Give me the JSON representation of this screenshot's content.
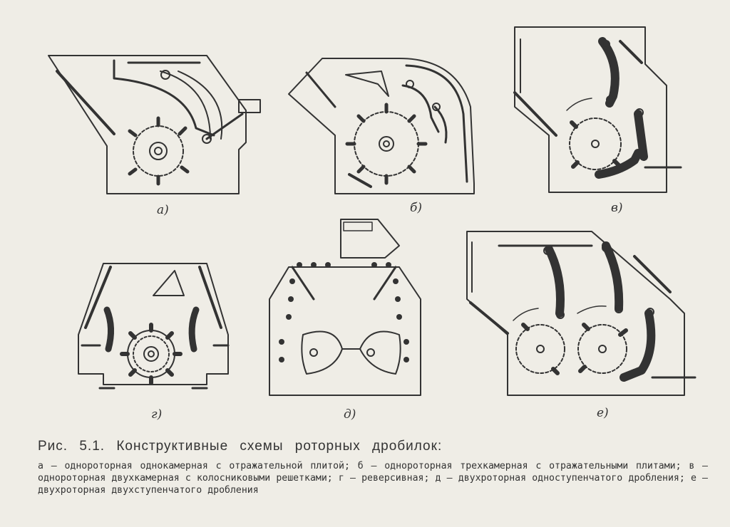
{
  "figure": {
    "panels": [
      {
        "id": "a",
        "label": "а)"
      },
      {
        "id": "b",
        "label": "б)"
      },
      {
        "id": "v",
        "label": "в)"
      },
      {
        "id": "g",
        "label": "г)"
      },
      {
        "id": "d",
        "label": "д)"
      },
      {
        "id": "e",
        "label": "е)"
      }
    ]
  },
  "caption": {
    "title": "Рис. 5.1. Конструктивные схемы роторных дробилок:",
    "text": "а — однороторная однокамерная с отражательной плитой; б — однороторная трехкамерная с отражательными плитами; в — однороторная двухкамерная с колосниковыми решетками; г — реверсивная; д — двухроторная одноступенчатого дробления; е — двухроторная двухступенчатого дробления"
  },
  "colors": {
    "ink": "#333333",
    "paper": "#efede6"
  }
}
